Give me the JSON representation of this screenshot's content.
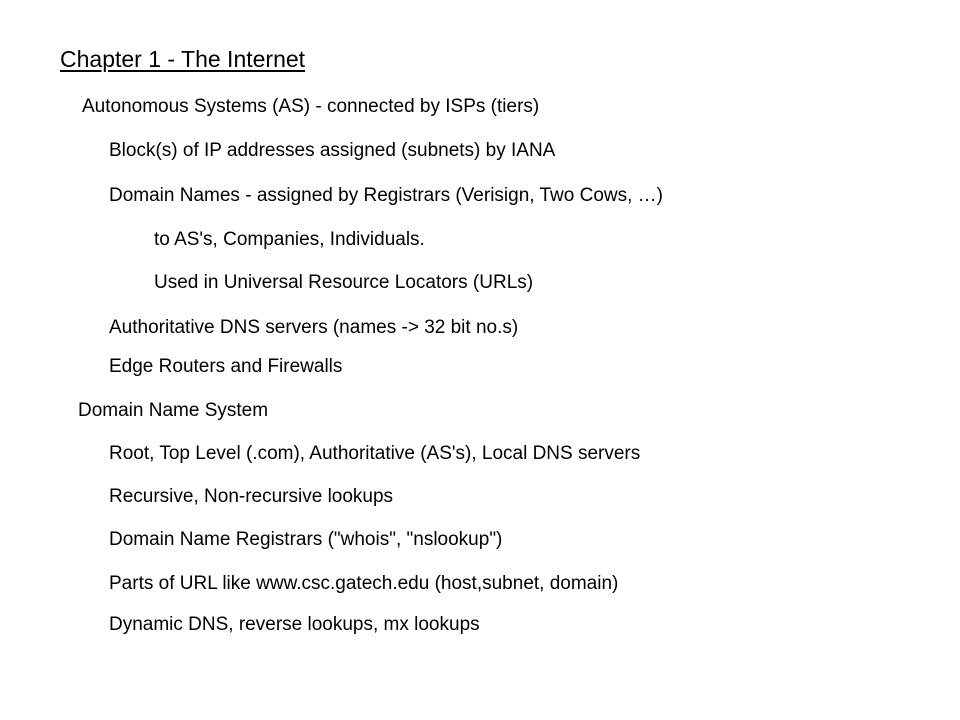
{
  "title": "Chapter 1 - The Internet",
  "lines": [
    "Autonomous Systems (AS) - connected by ISPs (tiers)",
    "Block(s) of IP addresses assigned (subnets) by IANA",
    "Domain Names - assigned by Registrars (Verisign, Two Cows, …)",
    "to AS's, Companies, Individuals.",
    "Used in Universal Resource Locators (URLs)",
    "Authoritative DNS servers (names -> 32 bit no.s)",
    "Edge Routers and Firewalls",
    "Domain Name System",
    "Root, Top Level (.com), Authoritative (AS's), Local DNS servers",
    "Recursive, Non-recursive lookups",
    "Domain Name Registrars (\"whois\", \"nslookup\")",
    "Parts of URL like www.csc.gatech.edu (host,subnet, domain)",
    "Dynamic DNS, reverse lookups, mx lookups"
  ]
}
